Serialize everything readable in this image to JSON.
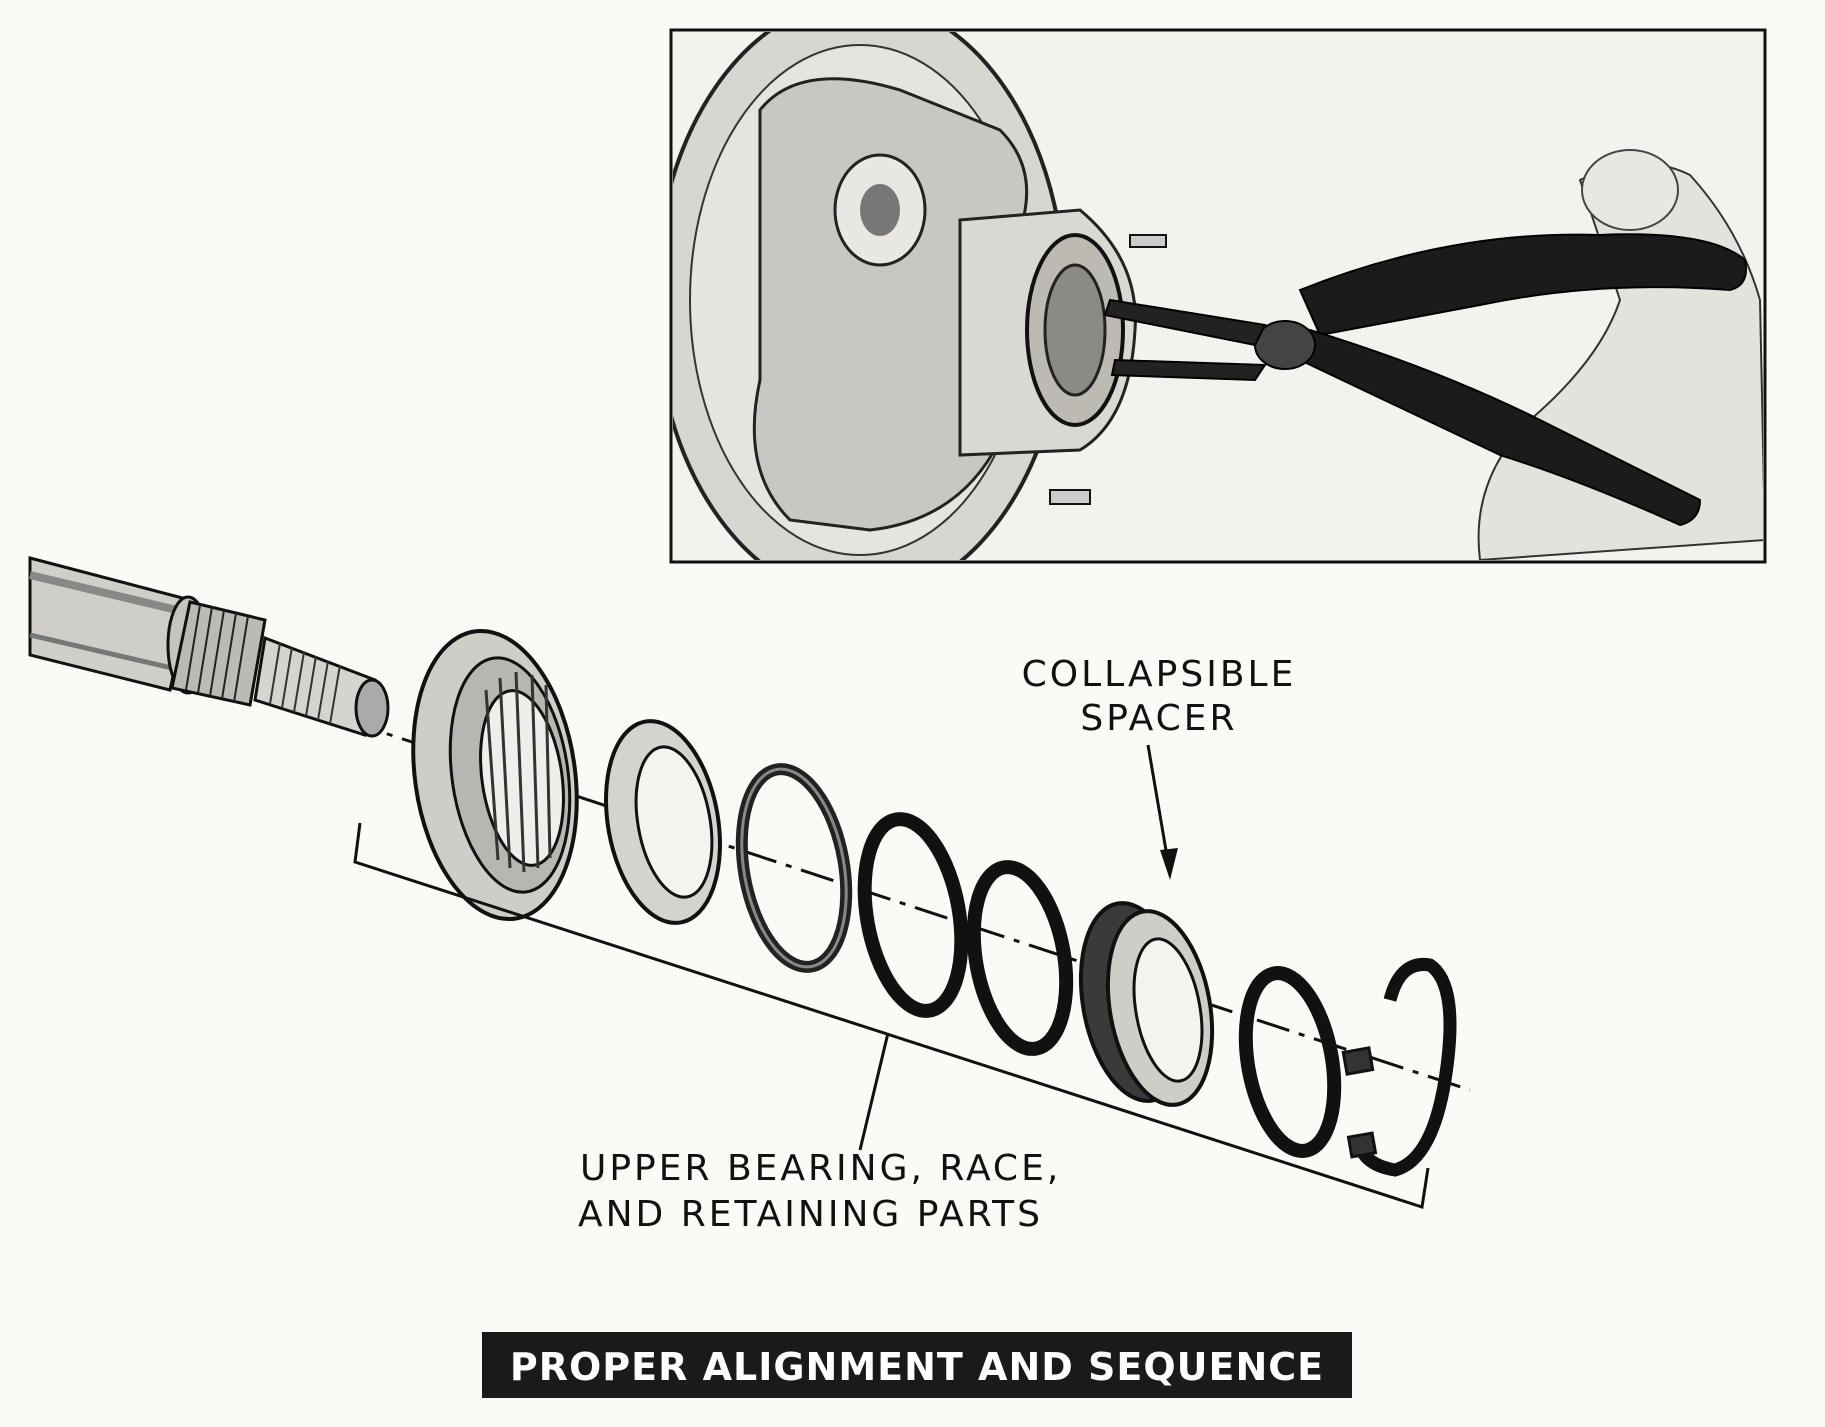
{
  "labels": {
    "spacer": [
      "COLLAPSIBLE",
      "SPACER"
    ],
    "group": [
      "UPPER BEARING, RACE,",
      "AND RETAINING PARTS"
    ]
  },
  "caption": "PROPER ALIGNMENT AND SEQUENCE",
  "colors": {
    "ink": "#111111",
    "paper": "#fbfaf7",
    "caption_bg": "#1a1a1a",
    "caption_text": "#ffffff"
  }
}
